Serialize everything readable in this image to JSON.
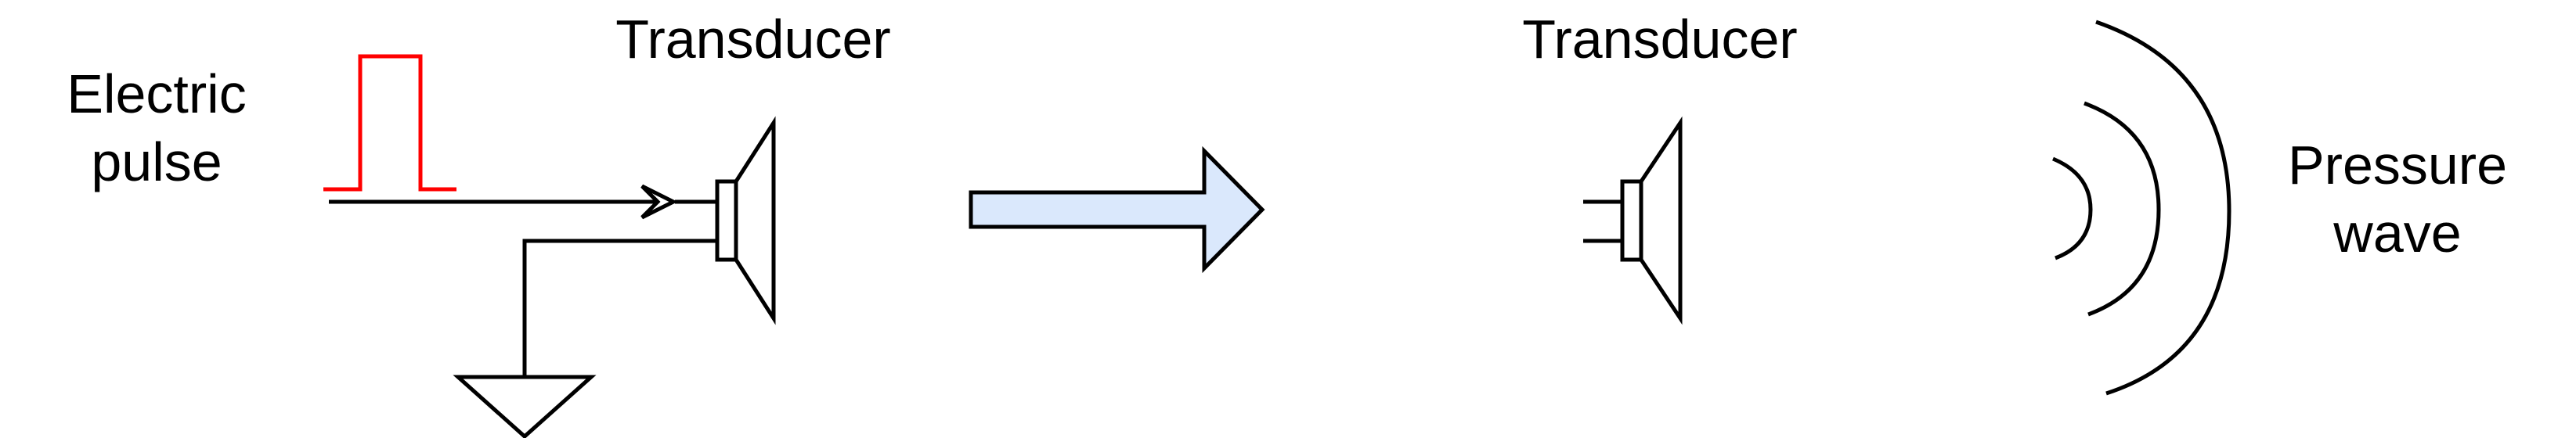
{
  "labels": {
    "electric_pulse_line1": "Electric",
    "electric_pulse_line2": "pulse",
    "transducer_left": "Transducer",
    "transducer_right": "Transducer",
    "pressure_wave_line1": "Pressure",
    "pressure_wave_line2": "wave"
  },
  "colors": {
    "line": "#000000",
    "pulse": "#ff0000",
    "arrow_fill": "#dae8fc",
    "background": "#ffffff"
  },
  "icons": {
    "left_speaker": "speaker-icon",
    "right_speaker": "speaker-icon",
    "ground": "ground-symbol-icon",
    "pulse": "square-pulse-icon",
    "big_arrow": "block-arrow-right-icon",
    "waves": "sound-wave-arcs-icon"
  }
}
